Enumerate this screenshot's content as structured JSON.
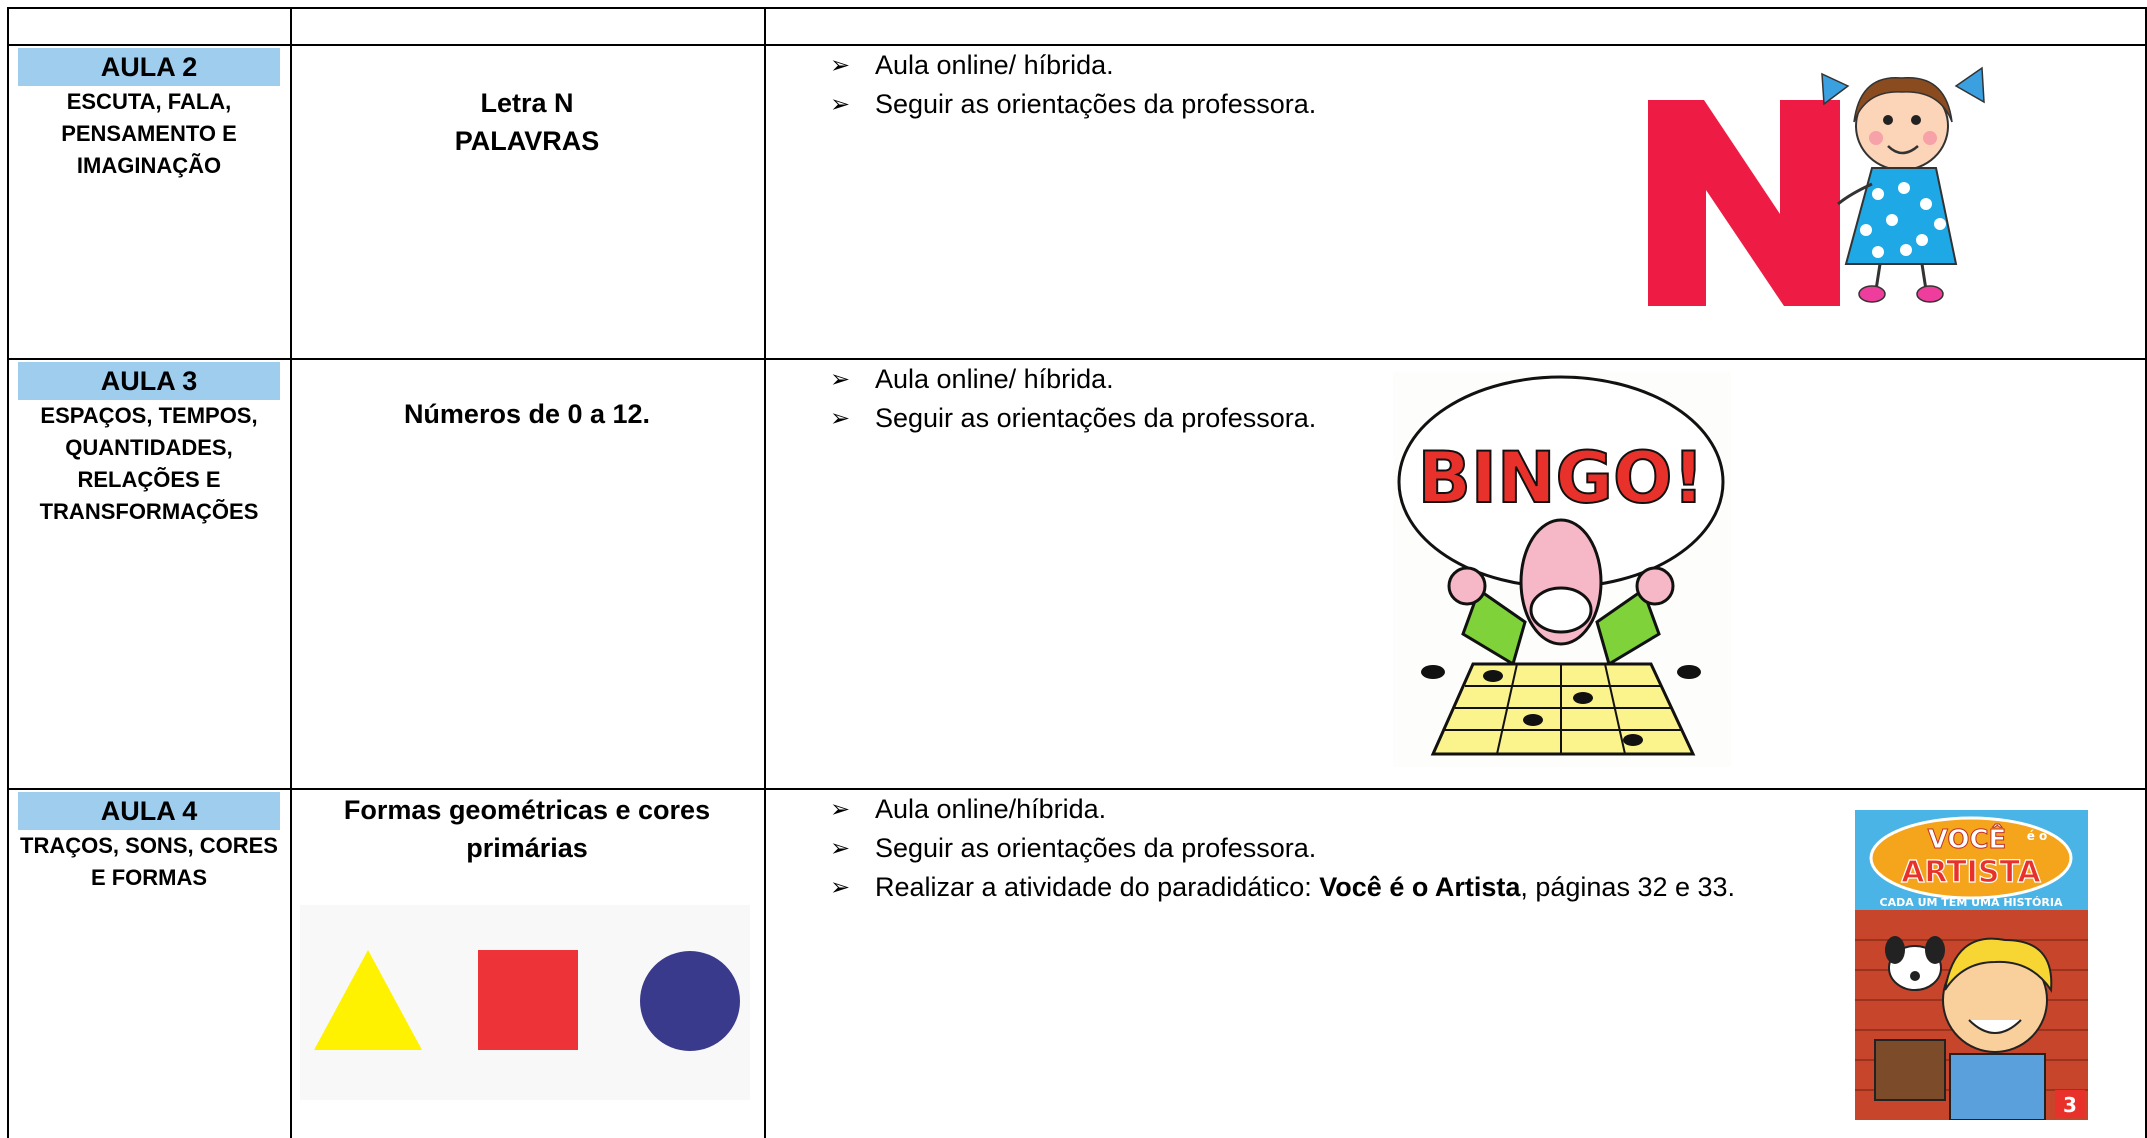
{
  "rows": [
    {
      "aula": "AULA 2",
      "area": "ESCUTA, FALA,\nPENSAMENTO E\nIMAGINAÇÃO",
      "topic": "Letra N\nPALAVRAS",
      "bullets": [
        {
          "text": "Aula online/ híbrida."
        },
        {
          "text": "Seguir as orientações da professora."
        }
      ],
      "image_icon": "letter-n-girl-illustration"
    },
    {
      "aula": "AULA 3",
      "area": "ESPAÇOS, TEMPOS,\nQUANTIDADES,\nRELAÇÕES E\nTRANSFORMAÇÕES",
      "topic": "Números de 0 a 12.",
      "bullets": [
        {
          "text": "Aula online/ híbrida."
        },
        {
          "text": "Seguir as orientações da professora."
        }
      ],
      "image_icon": "bingo-illustration",
      "image_text": "BINGO!"
    },
    {
      "aula": "AULA 4",
      "area": "TRAÇOS, SONS, CORES\nE FORMAS",
      "topic": "Formas geométricas e cores\nprimárias",
      "bullets": [
        {
          "text": "Aula online/híbrida."
        },
        {
          "text": "Seguir as orientações da professora."
        },
        {
          "pre": "Realizar a atividade do paradidático: ",
          "bold": "Você é o Artista",
          "post": ", páginas 32 e 33."
        }
      ],
      "shapes": {
        "triangle": "#fff200",
        "square": "#ee3338",
        "circle": "#3a3a8c"
      },
      "book": {
        "title_top": "VOCÊ",
        "title_small": "é o",
        "title_main": "ARTISTA",
        "subtitle": "CADA UM TEM UMA HISTÓRIA",
        "number": "3"
      }
    }
  ],
  "bullet_icon": "arrow-bullet-icon",
  "colors": {
    "badge": "#9fcdee",
    "letter_n": "#ee1c45"
  }
}
